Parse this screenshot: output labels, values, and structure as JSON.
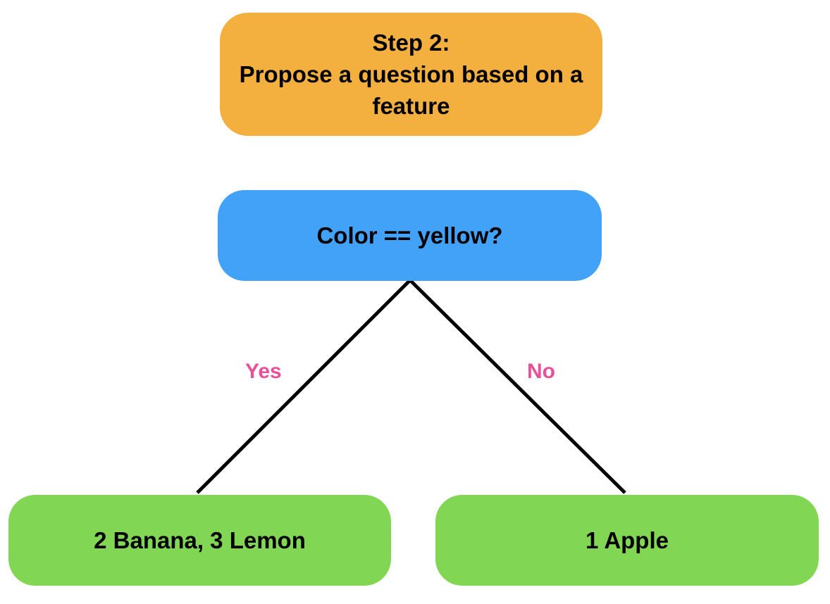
{
  "colors": {
    "step_box": "#F3B03F",
    "question_box": "#42A2F8",
    "leaf_box": "#81D653",
    "edge_label": "#E8509A",
    "edge_line": "#000000"
  },
  "step": {
    "heading": "Step 2:",
    "line1": "Propose a question based on a",
    "line2": "feature"
  },
  "question": {
    "text": "Color == yellow?"
  },
  "edges": {
    "yes_label": "Yes",
    "no_label": "No"
  },
  "leaves": {
    "left": "2 Banana, 3 Lemon",
    "right": "1 Apple"
  }
}
